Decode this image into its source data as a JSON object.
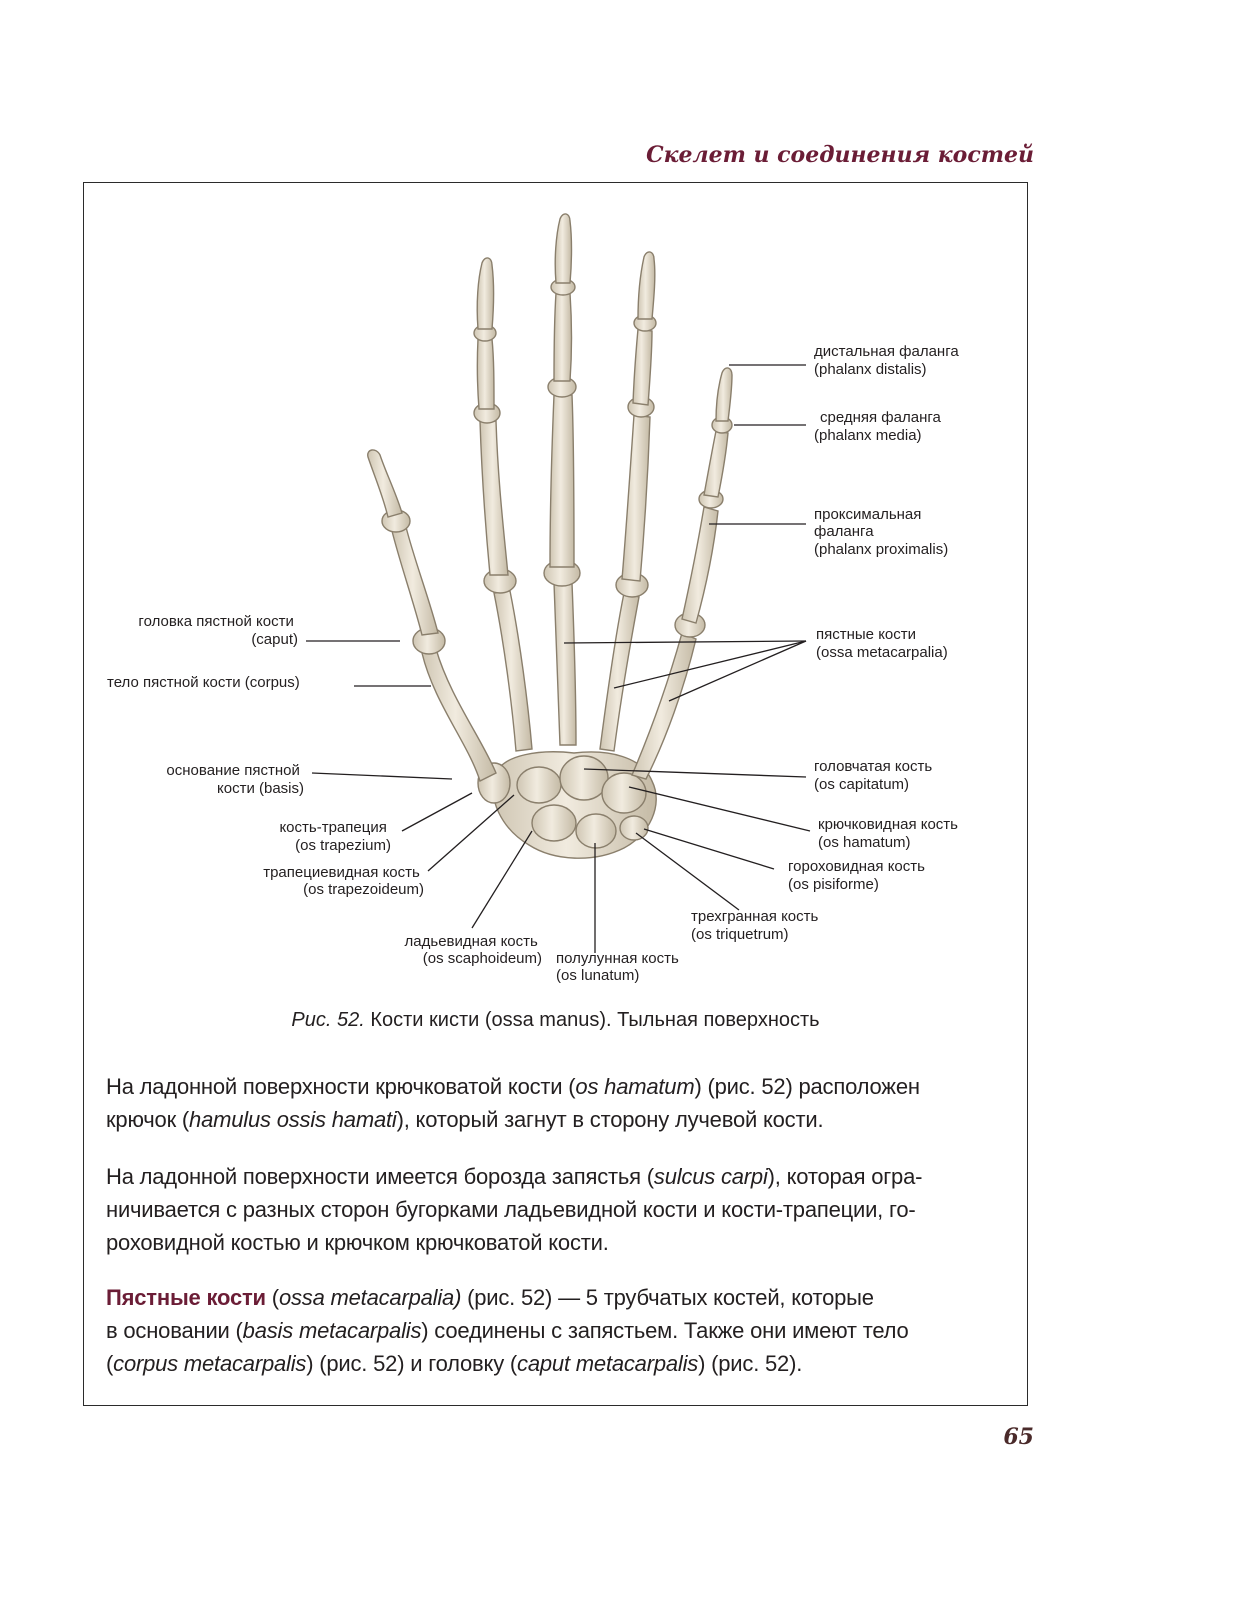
{
  "running_header": "Скелет и соединения костей",
  "page_number": "65",
  "figure": {
    "labels": {
      "phalanx_distalis": [
        "дистальная фаланга",
        "(phalanx distalis)"
      ],
      "phalanx_media": [
        "средняя фаланга",
        "(phalanx media)"
      ],
      "phalanx_proximalis": [
        "проксимальная",
        "фаланга",
        "(phalanx proximalis)"
      ],
      "metacarpalia": [
        "пястные кости",
        "(ossa metacarpalia)"
      ],
      "caput": [
        "головка пястной кости",
        "(caput)"
      ],
      "corpus": [
        "тело пястной кости (corpus)"
      ],
      "basis": [
        "основание пястной",
        "кости (basis)"
      ],
      "capitatum": [
        "головчатая кость",
        "(os capitatum)"
      ],
      "hamatum": [
        "крючковидная кость",
        "(os hamatum)"
      ],
      "pisiforme": [
        "гороховидная кость",
        "(os pisiforme)"
      ],
      "trapezium": [
        "кость-трапеция",
        "(os trapezium)"
      ],
      "trapezoideum": [
        "трапециевидная кость",
        "(os trapezoideum)"
      ],
      "triquetrum": [
        "трехгранная кость",
        "(os triquetrum)"
      ],
      "scaphoideum": [
        "ладьевидная кость",
        "(os scaphoideum)"
      ],
      "lunatum": [
        "полулунная кость",
        "(os lunatum)"
      ]
    },
    "caption_number": "Рис. 52.",
    "caption_text": " Кости кисти (ossa manus). Тыльная поверхность"
  },
  "paragraphs": {
    "p1": {
      "l1_a": "На ладонной поверхности крючковатой кости (",
      "l1_i": "os hamatum",
      "l1_b": ") (рис. 52) расположен",
      "l2_a": "крючок (",
      "l2_i": "hamulus ossis hamati",
      "l2_b": "), который загнут в сторону лучевой кости."
    },
    "p2": {
      "l1_a": "На ладонной поверхности имеется борозда запястья (",
      "l1_i": "sulcus carpi",
      "l1_b": "), которая огра-",
      "l2": "ничивается с разных сторон бугорками ладьевидной кости и кости-трапеции, го-",
      "l3": "роховидной костью и крючком крючковатой кости."
    },
    "p3": {
      "term": "Пястные кости",
      "l1_a": " (",
      "l1_i": "ossa metacarpalia)",
      "l1_b": " (рис. 52) — 5 трубчатых костей, которые",
      "l2_a": "в основании (",
      "l2_i": "basis metacarpalis",
      "l2_b": ") соединены с запястьем. Также они имеют тело",
      "l3_a": "(",
      "l3_i": "corpus metacarpalis",
      "l3_b": ") (рис. 52) и головку (",
      "l3_i2": "caput metacarpalis",
      "l3_c": ") (рис. 52)."
    }
  },
  "colors": {
    "header_accent": "#6b1d36",
    "bone_fill": "#ece5d6",
    "bone_stroke": "#8a7f6c"
  }
}
